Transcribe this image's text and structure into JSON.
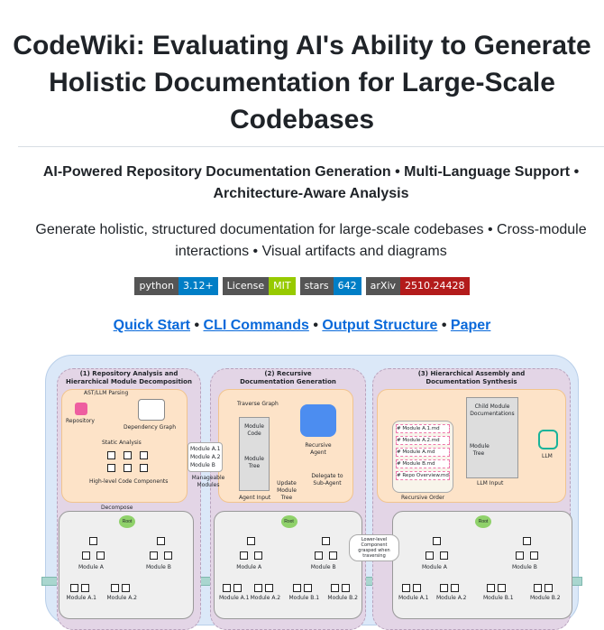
{
  "title": "CodeWiki: Evaluating AI's Ability to Generate Holistic Documentation for Large-Scale Codebases",
  "subtitle": "AI-Powered Repository Documentation Generation • Multi-Language Support • Architecture-Aware Analysis",
  "description": "Generate holistic, structured documentation for large-scale codebases • Cross-module interactions • Visual artifacts and diagrams",
  "badges": [
    {
      "label": "python",
      "value": "3.12+",
      "color": "#007ec6"
    },
    {
      "label": "License",
      "value": "MIT",
      "color": "#97ca00"
    },
    {
      "label": "stars",
      "value": "642",
      "color": "#007ec6"
    },
    {
      "label": "arXiv",
      "value": "2510.24428",
      "color": "#b31b1b"
    }
  ],
  "links": [
    "Quick Start",
    "CLI Commands",
    "Output Structure",
    "Paper"
  ],
  "link_sep": "•",
  "diagram": {
    "p1": {
      "title": "(1) Repository Analysis and Hierarchical Module Decomposition",
      "ast": "AST/LLM Parsing",
      "repo": "Repository",
      "dep": "Dependency Graph",
      "static": "Static Analysis",
      "hl": "High-level Code Components",
      "decompose": "Decompose",
      "manage": "Manageable Modules",
      "mods": [
        "Module A.1",
        "Module A.2",
        "Module B"
      ]
    },
    "p2": {
      "title": "(2) Recursive Documentation Generation",
      "traverse": "Traverse Graph",
      "code": "Module Code",
      "tree": "Module Tree",
      "input": "Agent Input",
      "agent": "Recursive Agent",
      "update": "Update Module Tree",
      "delegate": "Delegate to Sub-Agent",
      "cloud": "Lower-level Component grasped when traversing"
    },
    "p3": {
      "title": "(3) Hierarchical Assembly and Documentation Synthesis",
      "files": [
        "# Module A.1.md",
        "# Module A.2.md",
        "# Module A.md",
        "# Module B.md",
        "# Repo Overview.md"
      ],
      "order": "Recursive Order",
      "child": "Child Module Documentations",
      "tree": "Module Tree",
      "llminput": "LLM Input",
      "llm": "LLM"
    },
    "tree": {
      "root": "Root",
      "a": "Module A",
      "b": "Module B",
      "a1": "Module A.1",
      "a2": "Module A.2",
      "b1": "Module B.1",
      "b2": "Module B.2"
    }
  }
}
